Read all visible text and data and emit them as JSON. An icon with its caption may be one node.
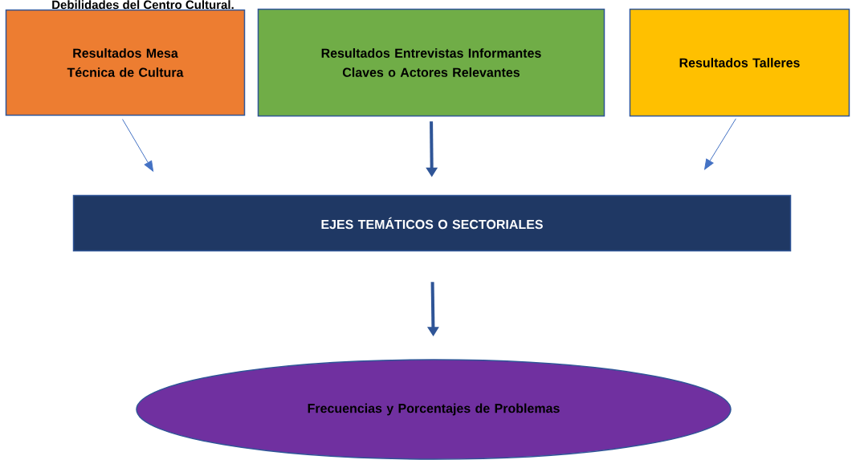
{
  "diagram": {
    "nodes": [
      {
        "text": [
          "Resultados Mesa Técnica de Cultura"
        ]
      },
      {
        "text": [
          "Resultados Entrevistas Informantes Claves o Actores Relevantes"
        ]
      },
      {
        "text": [
          "Resultados Talleres"
        ]
      },
      {
        "text": [
          "EJES TEMÁTICOS O SECTORIALES"
        ]
      },
      {
        "text": [
          "Frecuencias y Porcentajes de Problemas"
        ]
      }
    ],
    "edges": [
      {
        "from": 0,
        "to": 3,
        "arrow": "to"
      },
      {
        "from": 1,
        "to": 3,
        "arrow": "to",
        "style": "thick"
      },
      {
        "from": 2,
        "to": 3,
        "arrow": "to"
      },
      {
        "from": 3,
        "to": 4,
        "arrow": "to",
        "style": "thick"
      }
    ],
    "labels": [
      "Debilidades del Centro Cultural."
    ]
  }
}
